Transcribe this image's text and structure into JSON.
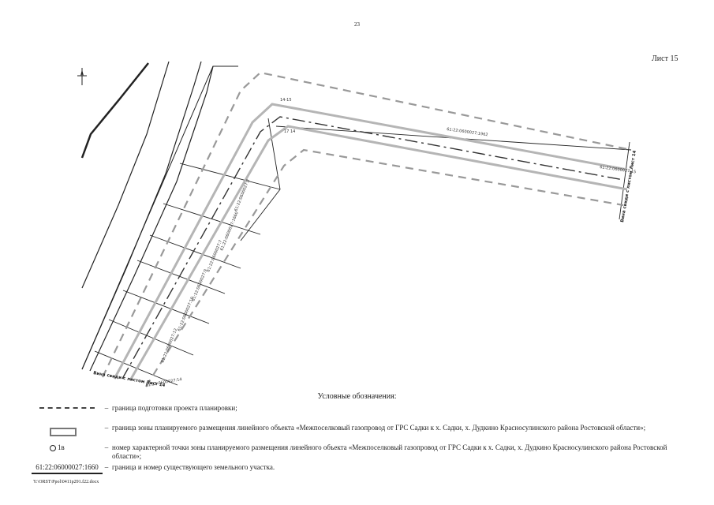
{
  "page": {
    "number": "23",
    "sheet": "Лист 15",
    "footer_path": "Y:\\ORST\\Ppol\\0411p291.f22.docx"
  },
  "map": {
    "north_arrow": "north-arrow-icon",
    "labels": {
      "point_top": "14-15",
      "point_top2": "17 14",
      "parcel_a": "61:22:0600027:1962",
      "parcel_b": "61:22:0600027:3",
      "parcel_c": "61:22:0600027:1660",
      "parcel_d": "61:22:0600027:7",
      "parcel_e": "61:22:0600027:9",
      "parcel_f": "61:22:0600027:10",
      "parcel_g": "61:22:0600027:12",
      "parcel_h": "61:22:0600027:14",
      "parcel_i": "61:22:0600027:15",
      "sheet_link_right": "Лист 14",
      "link_right_prefix": "Вина свиди с листом",
      "sheet_link_bottom": "Лист 14",
      "link_bottom_prefix": "Вина свиди с листом"
    }
  },
  "legend": {
    "title": "Условные обозначения:",
    "separator": "–",
    "items": [
      {
        "symbol": "dashed-line",
        "text": "граница подготовки проекта планировки;"
      },
      {
        "symbol": "gray-rectangle",
        "text": "граница зоны планируемого размещения линейного объекта «Межпоселковый газопровод от ГРС Садки к х. Садки, х. Дудкино Красносулинского района Ростовской области»;"
      },
      {
        "symbol": "point",
        "point_label": "1в",
        "text": "номер характерной точки  зоны планируемого размещения линейного объекта «Межпоселковый газопровод от ГРС Садки к х. Садки, х. Дудкино Красносулинского района Ростовской области»;"
      },
      {
        "symbol": "parcel-line",
        "parcel_label": "61:22:06000027:1660",
        "text": "граница и номер существующего земельного участка."
      }
    ]
  }
}
